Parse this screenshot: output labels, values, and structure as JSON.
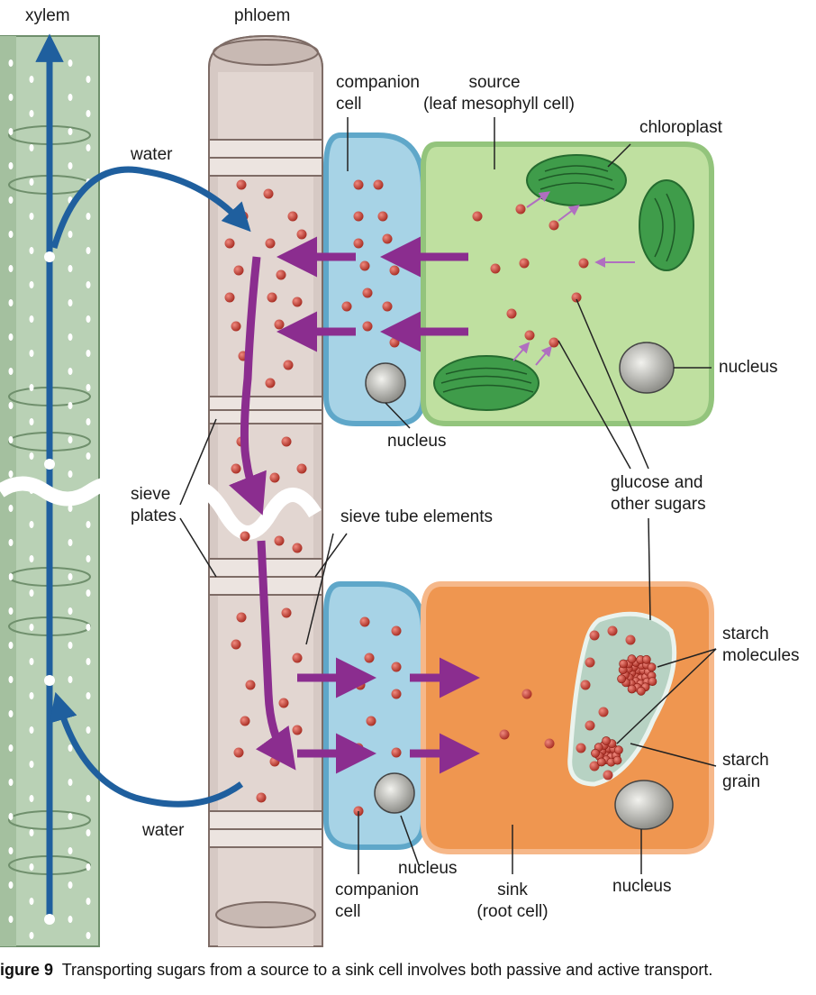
{
  "labels": {
    "xylem": "xylem",
    "phloem": "phloem",
    "water_top": "water",
    "water_bottom": "water",
    "companion_top_1": "companion",
    "companion_top_2": "cell",
    "source_1": "source",
    "source_2": "(leaf mesophyll cell)",
    "chloroplast": "chloroplast",
    "nucleus_right": "nucleus",
    "nucleus_companion_top": "nucleus",
    "glucose_1": "glucose and",
    "glucose_2": "other sugars",
    "sieve_1": "sieve",
    "sieve_2": "plates",
    "sieve_tube": "sieve tube elements",
    "starch_mol_1": "starch",
    "starch_mol_2": "molecules",
    "starch_grain_1": "starch",
    "starch_grain_2": "grain",
    "nucleus_companion_bottom": "nucleus",
    "companion_bottom_1": "companion",
    "companion_bottom_2": "cell",
    "sink_1": "sink",
    "sink_2": "(root cell)",
    "nucleus_sink": "nucleus"
  },
  "caption": {
    "prefix": "igure 9",
    "text": "Transporting sugars from a source to a sink cell involves both passive and active transport."
  },
  "colors": {
    "xylem": "#b9d1b5",
    "phloem": "#d6c9c4",
    "companion": "#a7d3e6",
    "source": "#bfe0a0",
    "sink": "#ef9650",
    "sugar": "#c0382b",
    "arrow_purple": "#8b2d8f",
    "arrow_blue": "#1f5f9e"
  }
}
